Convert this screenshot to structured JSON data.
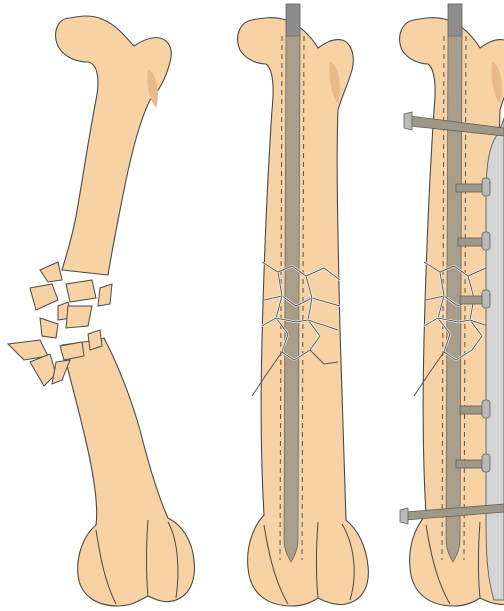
{
  "figure": {
    "panels": [
      {
        "id": "fractured-bone",
        "icon": "comminuted-fracture-femur"
      },
      {
        "id": "intramedullary-nail",
        "icon": "femur-with-intramedullary-rod"
      },
      {
        "id": "nail-and-plate",
        "icon": "femur-with-rod-and-plate-screws"
      }
    ],
    "colors": {
      "bone": "#f7d2a4",
      "outline": "#4a4a4a",
      "rod": "#a89e8c",
      "rod_cap": "#8d8d8d",
      "plate": "#d5d5d5",
      "screw": "#9d9888"
    }
  }
}
